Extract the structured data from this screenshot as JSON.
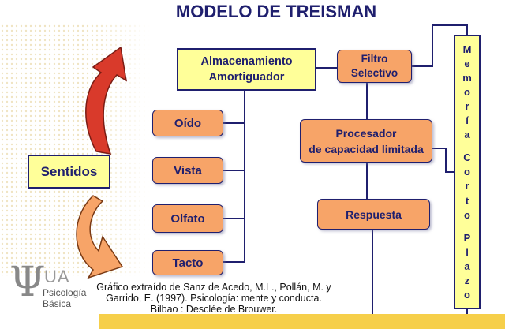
{
  "title": "MODELO DE TREISMAN",
  "boxes": {
    "almacenamiento": "Almacenamiento\nAmortiguador",
    "filtro": "Filtro\nSelectivo",
    "procesador": "Procesador\nde capacidad limitada",
    "respuesta": "Respuesta",
    "sentidos": "Sentidos",
    "oido": "Oído",
    "vista": "Vista",
    "olfato": "Olfato",
    "tacto": "Tacto"
  },
  "memoria_letters": [
    "M",
    "e",
    "m",
    "o",
    "r",
    "í",
    "a",
    "",
    "C",
    "o",
    "r",
    "t",
    "o",
    "",
    "P",
    "l",
    "a",
    "z",
    "o"
  ],
  "caption": "Gráfico extraído de Sanz de Acedo, M.L., Pollán, M. y Garrido, E. (1997). Psicología: mente y conducta. Bilbao : Desclée de Brouwer.",
  "logo": {
    "symbol": "Ψ",
    "abbr": "UA",
    "line1": "Psicología",
    "line2": "Básica"
  },
  "colors": {
    "navy": "#1f1f6e",
    "yellow": "#ffff99",
    "orange": "#f7a468",
    "arrow_red": "#d93a2b",
    "arrow_orange": "#f7a468",
    "bar": "#f6cf4a"
  }
}
